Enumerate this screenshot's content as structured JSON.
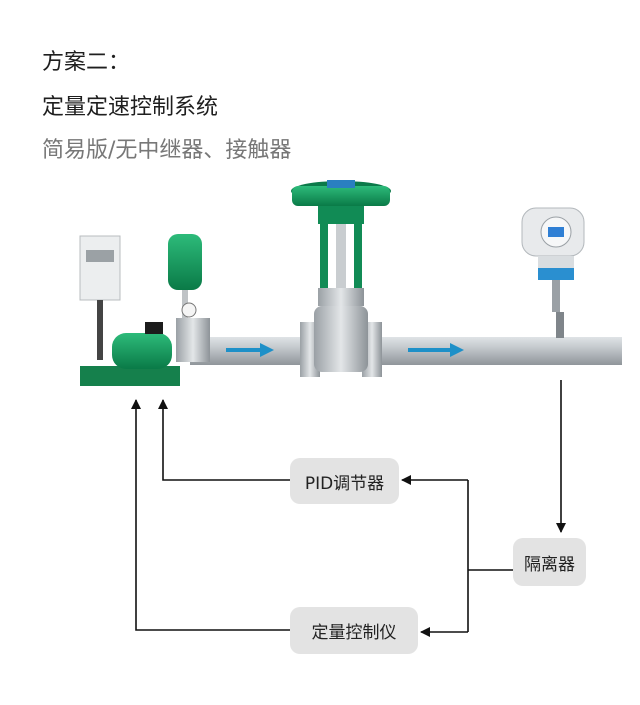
{
  "titles": {
    "scheme": "方案二：",
    "subtitle": "定量定速控制系统",
    "note": "简易版/无中继器、接触器"
  },
  "nodes": {
    "pid": "PID调节器",
    "isolator": "隔离器",
    "controller": "定量控制仪"
  },
  "colors": {
    "pump_green": "#0f9a5c",
    "pipe": "#b9bec3",
    "flow_arrow": "#1e90c8",
    "connector": "#111111",
    "node_fill": "#e3e3e3",
    "brand_grey": "#a9adb1"
  },
  "icons": [
    "pump-unit-icon",
    "control-valve-icon",
    "flowmeter-icon",
    "flow-arrow-icon"
  ]
}
